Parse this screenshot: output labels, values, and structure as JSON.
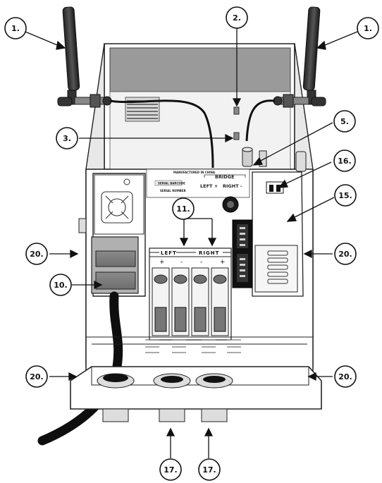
{
  "callouts": [
    {
      "id": "c1a",
      "label": "1."
    },
    {
      "id": "c2",
      "label": "2."
    },
    {
      "id": "c1b",
      "label": "1."
    },
    {
      "id": "c3",
      "label": "3."
    },
    {
      "id": "c5",
      "label": "5."
    },
    {
      "id": "c16",
      "label": "16."
    },
    {
      "id": "c11",
      "label": "11."
    },
    {
      "id": "c15",
      "label": "15."
    },
    {
      "id": "c20a",
      "label": "20."
    },
    {
      "id": "c20b",
      "label": "20."
    },
    {
      "id": "c10",
      "label": "10."
    },
    {
      "id": "c20c",
      "label": "20."
    },
    {
      "id": "c20d",
      "label": "20."
    },
    {
      "id": "c17a",
      "label": "17."
    },
    {
      "id": "c17b",
      "label": "17."
    }
  ],
  "label_plate": {
    "manufactured": "MANUFACTURED IN CHINA",
    "serial_barcode": "SERIAL BARCODE",
    "serial_number": "SERIAL NUMBER",
    "bridge": "BRIDGE",
    "left_plus": "LEFT +",
    "right_minus": "RIGHT -"
  },
  "breaker_labels": {
    "left": "LEFT",
    "right": "RIGHT",
    "plus": "+",
    "minus": "-"
  }
}
